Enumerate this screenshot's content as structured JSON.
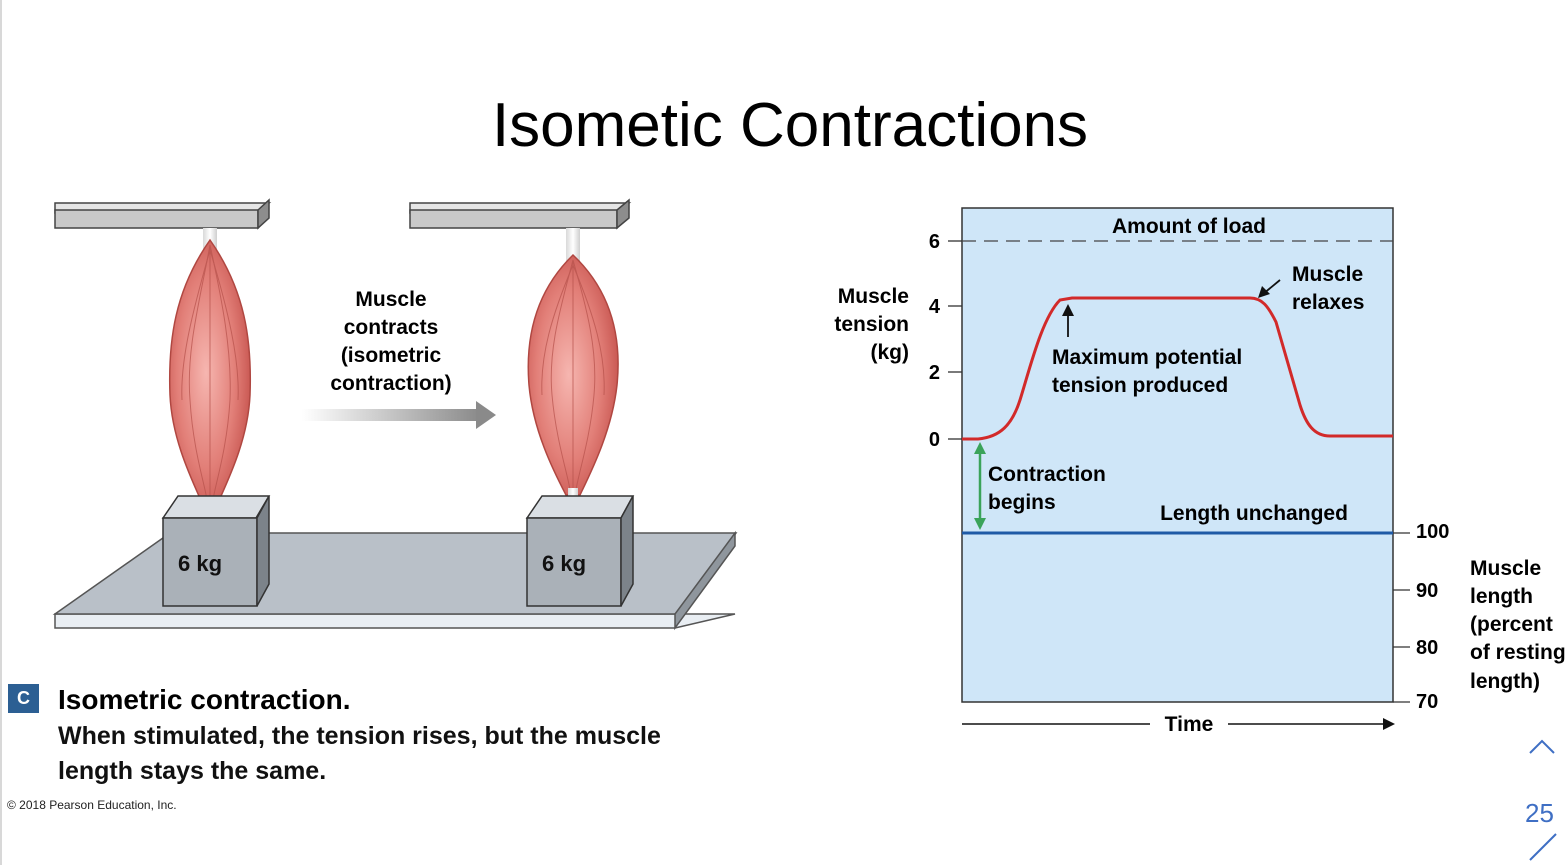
{
  "slide": {
    "title": "Isometic Contractions",
    "page_number": "25",
    "copyright": "© 2018 Pearson Education, Inc."
  },
  "illustration": {
    "weight_left": "6 kg",
    "weight_right": "6 kg",
    "arrow_label": [
      "Muscle",
      "contracts",
      "(isometric",
      "contraction)"
    ]
  },
  "graph": {
    "load_label": "Amount of load",
    "tension_axis_label": [
      "Muscle",
      "tension",
      "(kg)"
    ],
    "tension_ticks": [
      "6",
      "4",
      "2",
      "0"
    ],
    "length_axis_label": [
      "Muscle",
      "length",
      "(percent",
      "of resting",
      "length)"
    ],
    "length_ticks": [
      "100",
      "90",
      "80",
      "70"
    ],
    "relaxes_label": [
      "Muscle",
      "relaxes"
    ],
    "max_label": [
      "Maximum potential",
      "tension produced"
    ],
    "begins_label": [
      "Contraction",
      "begins"
    ],
    "length_unchanged": "Length unchanged",
    "time_label": "Time"
  },
  "caption": {
    "badge": "C",
    "title": "Isometric contraction.",
    "line1": "When stimulated, the tension rises, but the muscle",
    "line2": "length stays the same."
  },
  "colors": {
    "graph_bg": "#cfe6f8",
    "tension_curve": "#d22a2a",
    "length_line": "#1f5aa6",
    "begins_arrow": "#3aa35a",
    "badge": "#2c5f93",
    "page_number": "#3f6fc4"
  },
  "icons": {
    "nav_up": "chevron-up-icon"
  }
}
